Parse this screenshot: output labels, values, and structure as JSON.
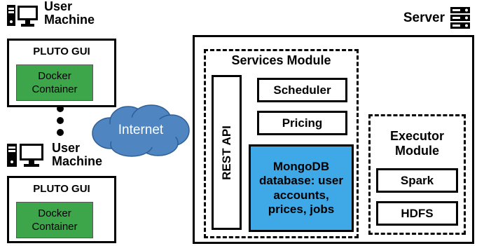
{
  "user_machine_top": {
    "label": "User\nMachine",
    "gui_label": "PLUTO GUI",
    "container_label": "Docker\nContainer"
  },
  "user_machine_bottom": {
    "label": "User\nMachine",
    "gui_label": "PLUTO GUI",
    "container_label": "Docker\nContainer"
  },
  "internet": {
    "label": "Internet"
  },
  "server": {
    "label": "Server"
  },
  "services_module": {
    "title": "Services Module",
    "rest_api": "REST API",
    "scheduler": "Scheduler",
    "pricing": "Pricing",
    "mongodb": "MongoDB\ndatabase: user\naccounts,\nprices, jobs"
  },
  "executor_module": {
    "title": "Executor\nModule",
    "spark": "Spark",
    "hdfs": "HDFS"
  },
  "colors": {
    "docker_green": "#3ea64a",
    "mongodb_blue": "#3fa8e6",
    "cloud_blue": "#4f86c2"
  }
}
